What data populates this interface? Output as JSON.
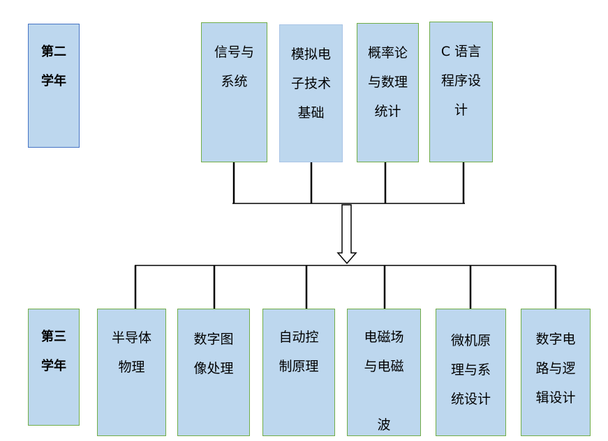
{
  "year2": {
    "label": "第二\n学年",
    "courses": [
      "信号与\n系统",
      "模拟电\n子技术\n基础",
      "概率论\n与数理\n统计",
      "C 语言\n程序设\n计"
    ]
  },
  "year3": {
    "label": "第三\n学年",
    "courses": [
      "半导体\n物理",
      "数字图\n像处理",
      "自动控\n制原理",
      "电磁场\n与电磁\n\n波",
      "微机原\n理与系\n统设计",
      "数字电\n路与逻\n辑设计"
    ]
  },
  "colors": {
    "fill": "#bdd7ee",
    "border_green": "#70ad47",
    "border_blue": "#4472c4",
    "line": "#000000"
  }
}
